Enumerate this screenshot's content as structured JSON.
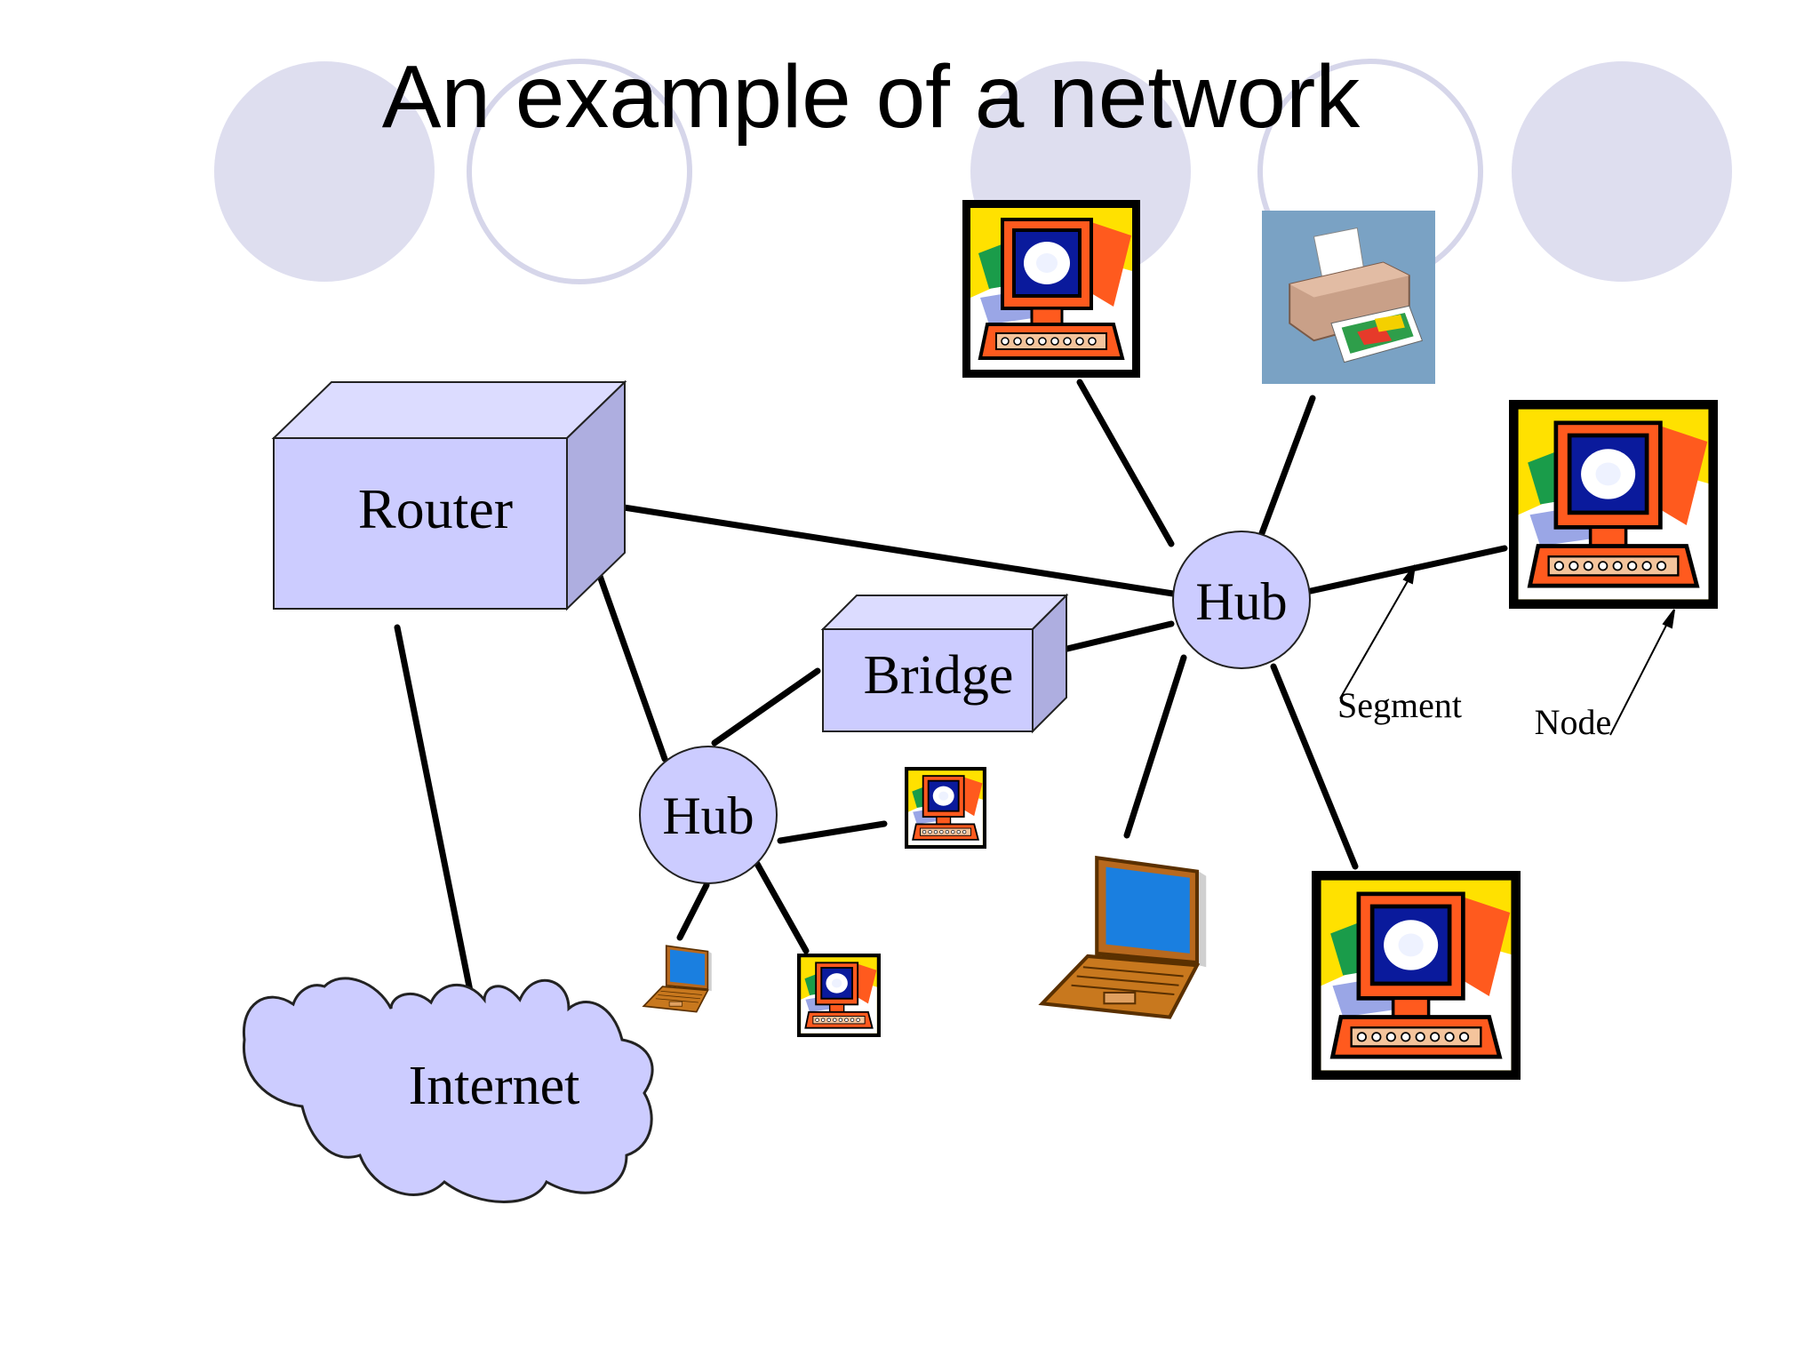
{
  "slide": {
    "title": "An example of a network"
  },
  "labels": {
    "router": "Router",
    "bridge": "Bridge",
    "hub_main": "Hub",
    "hub_small": "Hub",
    "internet": "Internet",
    "segment": "Segment",
    "node": "Node"
  },
  "colors": {
    "device_fill": "#ccccff",
    "device_side": "#aeaee0",
    "device_top": "#dcdcff",
    "deco_circle": "#dedeef",
    "deco_ring": "#d6d6ea",
    "link": "#000000"
  },
  "icons": {
    "desktop": "desktop-computer-icon",
    "laptop": "laptop-icon",
    "printer": "printer-icon"
  }
}
